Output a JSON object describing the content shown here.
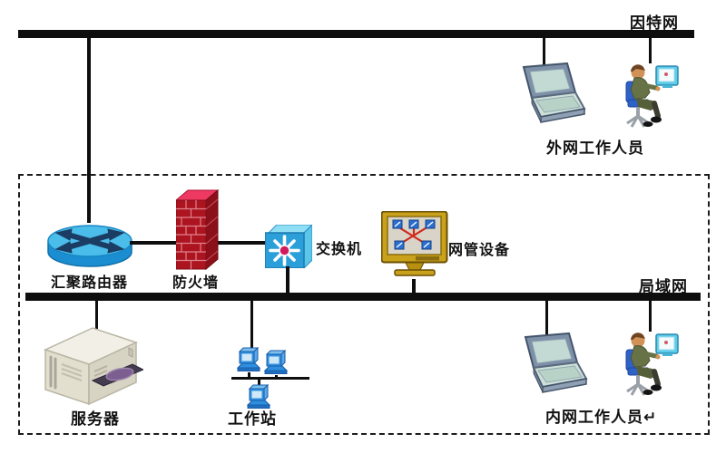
{
  "diagram": {
    "type": "network-topology",
    "labels": {
      "internet": "因特网",
      "lan": "局域网",
      "external_staff": "外网工作人员",
      "internal_staff": "内网工作人员↵",
      "router": "汇聚路由器",
      "firewall": "防火墙",
      "switch": "交换机",
      "nms": "网管设备",
      "server": "服务器",
      "workstation": "工作站"
    },
    "icons": [
      "router-icon",
      "firewall-icon",
      "switch-icon",
      "monitor-nms-icon",
      "server-icon",
      "workstation-pc-icon",
      "laptop-icon",
      "person-at-desk-icon"
    ],
    "colors": {
      "bus_line": "#0e0e0e",
      "dashed_border": "#1c1c1c",
      "router_blue": "#1b8ed2",
      "router_top_blue": "#4abdea",
      "firewall_front_red": "#ac1420",
      "firewall_top_pink": "#ee3a63",
      "switch_blue": "#2b9fd9",
      "switch_star_center": "#d01b5e",
      "monitor_gold": "#c9a11a",
      "server_beige": "#ece9dc",
      "chair_blue": "#2f62c9",
      "shirt_olive": "#687247"
    }
  }
}
